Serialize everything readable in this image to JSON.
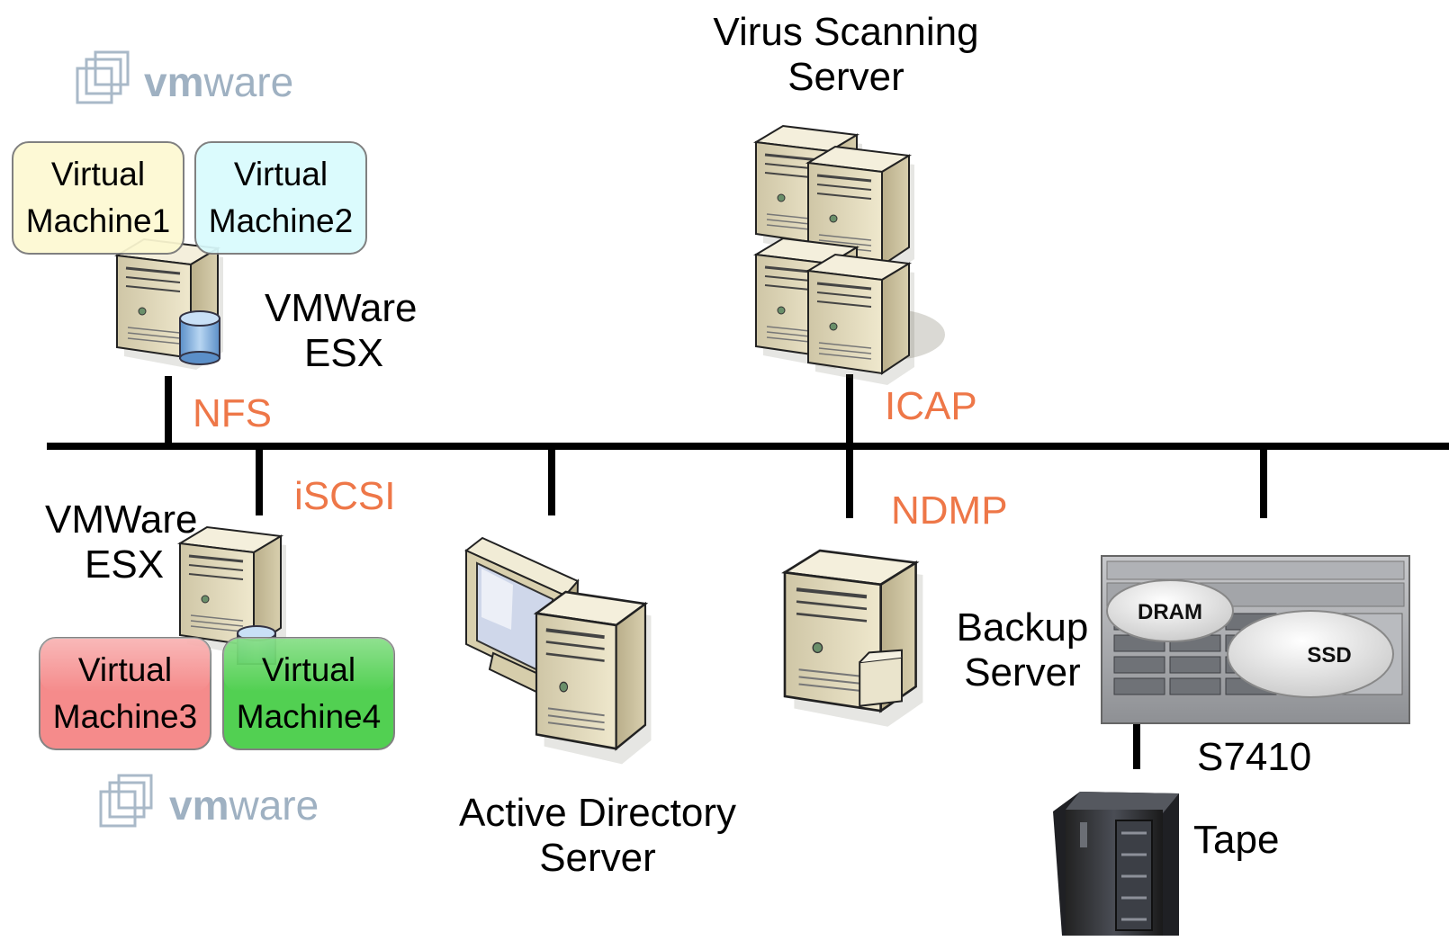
{
  "labels": {
    "virus_server": [
      "Virus Scanning",
      "Server"
    ],
    "esx_top": [
      "VMWare",
      "ESX"
    ],
    "esx_bottom": [
      "VMWare",
      "ESX"
    ],
    "ad_server": [
      "Active Directory",
      "Server"
    ],
    "backup_server": [
      "Backup",
      "Server"
    ],
    "storage": "S7410",
    "tape": "Tape",
    "dram": "DRAM",
    "ssd": "SSD"
  },
  "protocols": {
    "nfs": "NFS",
    "icap": "ICAP",
    "iscsi": "iSCSI",
    "ndmp": "NDMP"
  },
  "vms": [
    {
      "line1": "Virtual",
      "line2": "Machine1",
      "color": "#fdf9d2"
    },
    {
      "line1": "Virtual",
      "line2": "Machine2",
      "color": "#d9fbfd"
    },
    {
      "line1": "Virtual",
      "line2": "Machine3",
      "color": "#f47f7f"
    },
    {
      "line1": "Virtual",
      "line2": "Machine4",
      "color": "#44cd44"
    }
  ],
  "logos": {
    "top": {
      "bold": "vm",
      "rest": "ware"
    },
    "bottom": {
      "bold": "vm",
      "rest": "ware"
    }
  },
  "colors": {
    "protocol": "#ee7748",
    "network_line": "#000000",
    "server_body": "#ddd2b0"
  }
}
